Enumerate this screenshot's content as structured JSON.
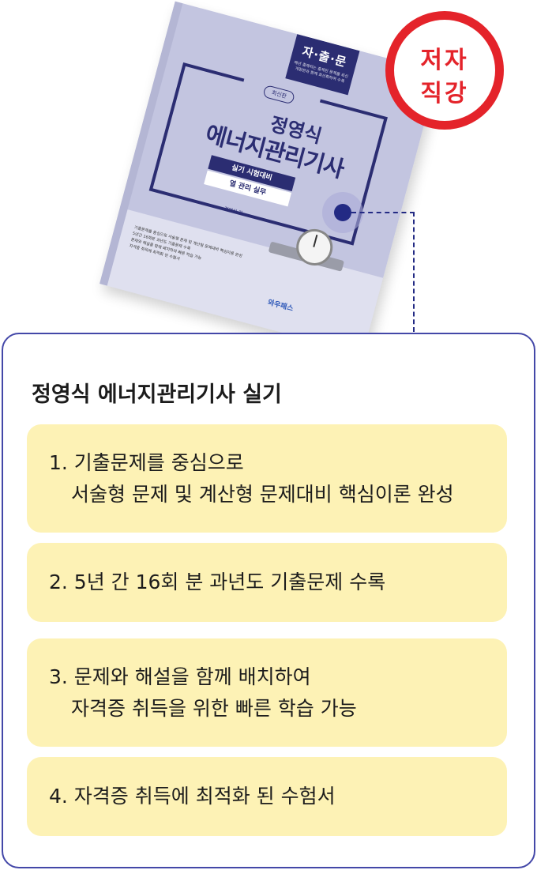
{
  "book": {
    "brand": "자·출·문",
    "brand_sub": "매년 출제되는 출제된 문제를 최신 개정판과 함께 최신화하여 수록",
    "edition": "최신판",
    "author_on_cover": "정영식",
    "title_on_cover": "에너지관리기사",
    "exam_label": "실기 시험대비",
    "subject_label": "열 관리 실무",
    "writer": "정영식 저",
    "publisher": "와우패스",
    "bullets": [
      "기출문제를 중심으로 서술형 문제 및 계산형 문제대비 핵심이론 완성",
      "5년간 16회분 과년도 기출문제 수록",
      "문제와 해설을 함께 배치하여 빠른 학습 가능",
      "자격증 취득에 최적화 된 수험서"
    ]
  },
  "stamp": {
    "line1": "저자",
    "line2": "직강",
    "color": "#e4232a"
  },
  "panel": {
    "title": "정영식 에너지관리기사 실기",
    "features": [
      {
        "line1": "1. 기출문제를 중심으로",
        "line2": "서술형 문제 및 계산형 문제대비 핵심이론 완성"
      },
      {
        "line1": "2. 5년 간 16회 분 과년도 기출문제 수록",
        "line2": ""
      },
      {
        "line1": "3. 문제와 해설을 함께 배치하여",
        "line2": "자격증 취득을 위한 빠른 학습 가능"
      },
      {
        "line1": "4. 자격증 취득에 최적화 된 수험서",
        "line2": ""
      }
    ]
  },
  "colors": {
    "accent": "#232a84",
    "panel_border": "#4347a8",
    "feature_bg": "#fdf2b5",
    "cover_navy": "#2b2d72"
  }
}
